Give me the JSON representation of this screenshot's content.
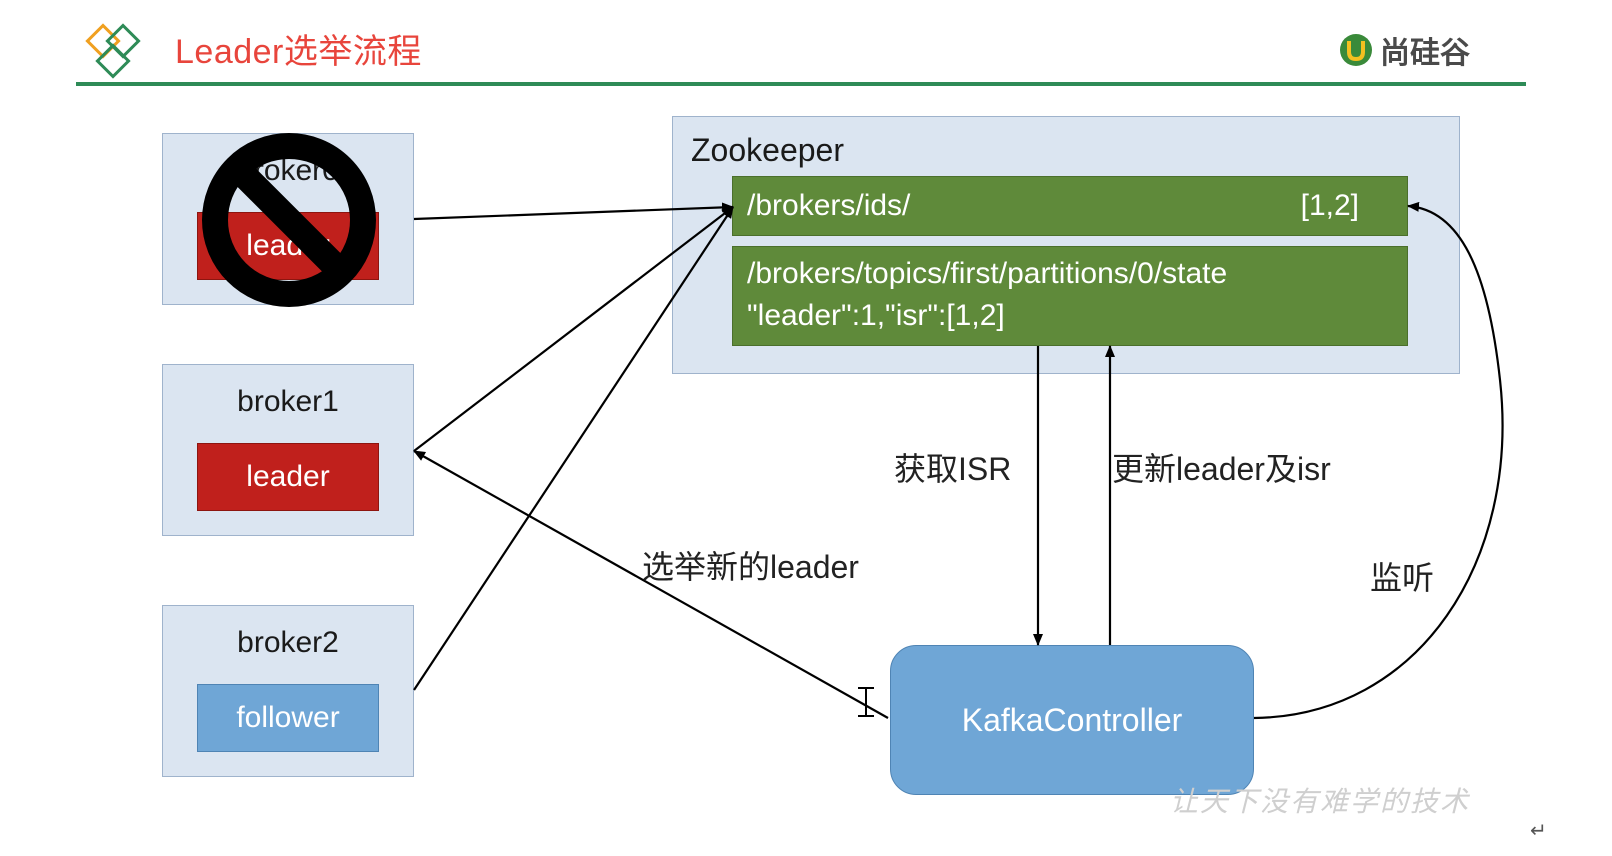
{
  "header": {
    "title": "Leader选举流程",
    "brand": "尚硅谷"
  },
  "brokers": [
    {
      "name": "broker0",
      "role": "leader",
      "status": "down"
    },
    {
      "name": "broker1",
      "role": "leader"
    },
    {
      "name": "broker2",
      "role": "follower"
    }
  ],
  "zookeeper": {
    "title": "Zookeeper",
    "ids_path": "/brokers/ids/",
    "ids_value": "[1,2]",
    "state_path": "/brokers/topics/first/partitions/0/state",
    "state_value": "\"leader\":1,\"isr\":[1,2]"
  },
  "controller": {
    "label": "KafkaController"
  },
  "labels": {
    "get_isr": "获取ISR",
    "update_leader": "更新leader及isr",
    "elect": "选举新的leader",
    "watch": "监听"
  },
  "watermark": "让天下没有难学的技术",
  "colors": {
    "title": "#e8453c",
    "rule": "#2e8b57",
    "box_fill": "#dbe5f1",
    "zk_node": "#5f8a3a",
    "leader": "#c0201c",
    "follower": "#6fa6d6",
    "controller": "#6fa6d6"
  }
}
